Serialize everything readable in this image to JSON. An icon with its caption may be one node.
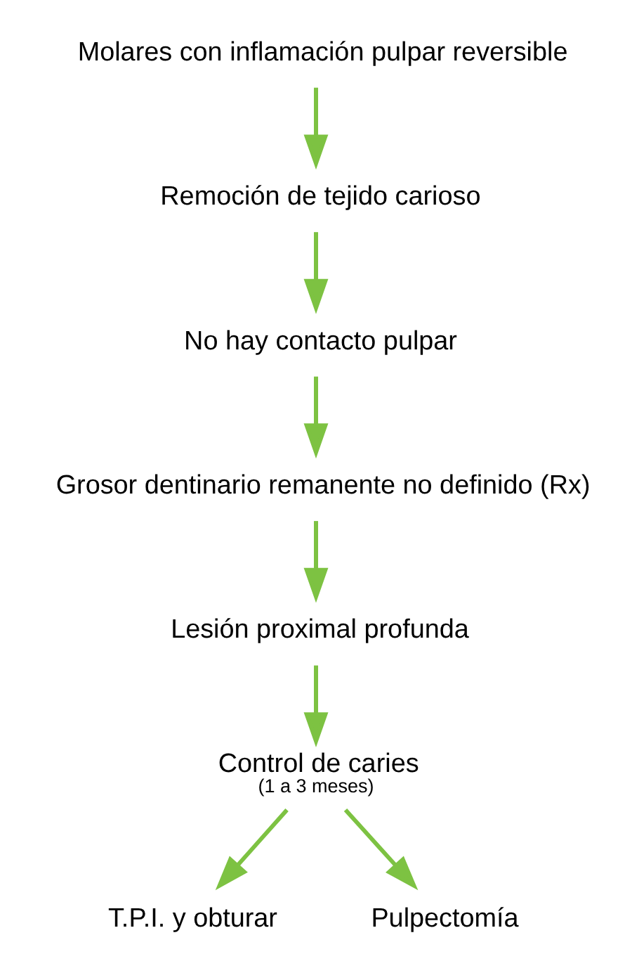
{
  "diagram": {
    "nodes": [
      {
        "text": [
          "Molares con inflamación pulpar reversible"
        ]
      },
      {
        "text": [
          "Remoción de tejido carioso"
        ]
      },
      {
        "text": [
          "No hay contacto pulpar"
        ]
      },
      {
        "text": [
          "Grosor dentinario remanente no definido (Rx)"
        ]
      },
      {
        "text": [
          "Lesión proximal profunda"
        ]
      },
      {
        "text": [
          "Control de caries",
          "(1 a 3 meses)"
        ]
      },
      {
        "text": [
          "T.P.I. y obturar"
        ]
      },
      {
        "text": [
          "Pulpectomía"
        ]
      }
    ],
    "edges": [
      {
        "from": 0,
        "to": 1,
        "arrow": "to"
      },
      {
        "from": 1,
        "to": 2,
        "arrow": "to"
      },
      {
        "from": 2,
        "to": 3,
        "arrow": "to"
      },
      {
        "from": 3,
        "to": 4,
        "arrow": "to"
      },
      {
        "from": 4,
        "to": 5,
        "arrow": "to"
      },
      {
        "from": 5,
        "to": 6,
        "arrow": "to"
      },
      {
        "from": 5,
        "to": 7,
        "arrow": "to"
      }
    ]
  }
}
